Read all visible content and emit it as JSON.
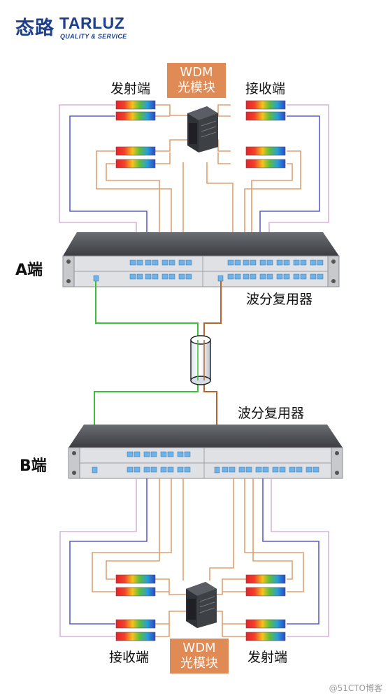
{
  "brand": {
    "name_cn": "态路",
    "name_en": "TARLUZ",
    "tagline": "QUALITY & SERVICE",
    "color": "#1d3f8c"
  },
  "top": {
    "tx_label": "发射端",
    "rx_label": "接收端",
    "module_line1": "WDM",
    "module_line2": "光模块"
  },
  "site_a": {
    "label": "A端",
    "mux_label": "波分复用器"
  },
  "site_b": {
    "label": "B端",
    "mux_label": "波分复用器"
  },
  "bottom": {
    "rx_label": "接收端",
    "tx_label": "发射端",
    "module_line1": "WDM",
    "module_line2": "光模块"
  },
  "watermark": "@51CTO博客",
  "colors": {
    "fiber_pink": "#d8b4dc",
    "fiber_blue": "#5c5fc8",
    "fiber_orange": "#e0a070",
    "fiber_green": "#3bbf3b",
    "fiber_brown": "#b5642f",
    "module_box": "#e08a55",
    "chassis": "#4a4d52"
  },
  "icons": [
    "wdm-module-icon",
    "multiplexer-chassis-icon",
    "fiber-coupler-icon",
    "transceiver-bar-icon"
  ]
}
